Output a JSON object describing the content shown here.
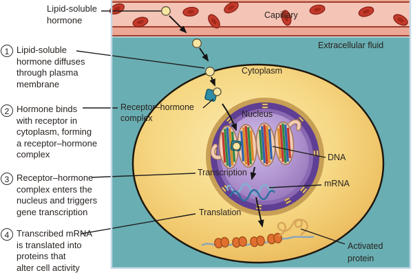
{
  "annotations": {
    "hormone_source": {
      "lines": [
        "Lipid-soluble",
        "hormone"
      ]
    },
    "steps": [
      {
        "number": "1",
        "lines": [
          "Lipid-soluble",
          "hormone diffuses",
          "through plasma",
          "membrane"
        ]
      },
      {
        "number": "2",
        "lines": [
          "Hormone binds",
          "with receptor in",
          "cytoplasm, forming",
          "a receptor–hormone",
          "complex"
        ]
      },
      {
        "number": "3",
        "lines": [
          "Receptor–hormone",
          "complex enters the",
          "nucleus and triggers",
          "gene transcription"
        ]
      },
      {
        "number": "4",
        "lines": [
          "Transcribed mRNA",
          "is translated into",
          "proteins that",
          "alter cell activity"
        ]
      }
    ]
  },
  "diagram_labels": {
    "capillary": "Capillary",
    "extracellular_fluid": "Extracellular fluid",
    "cytoplasm": "Cytoplasm",
    "nucleus": "Nucleus",
    "receptor_hormone_complex": {
      "lines": [
        "Receptor–hormone",
        "complex"
      ]
    },
    "transcription": "Transcription",
    "translation": "Translation",
    "dna": "DNA",
    "mrna": "mRNA",
    "activated_protein": {
      "lines": [
        "Activated",
        "protein"
      ]
    }
  },
  "colors": {
    "background_teal": "#69aeb2",
    "frame_blue": "#c6d9e8",
    "capillary_wall": "#eca795",
    "capillary_lumen": "#f4c4b6",
    "capillary_line": "#9f3c2b",
    "rbc_red": "#c43b2c",
    "cell_yellow": "#f6d884",
    "nucleus_purple": "#8a68b2",
    "nucleus_envelope": "#5f3f93",
    "nucleus_halo": "#c79f55",
    "hormone_yellow": "#f7e6a2",
    "receptor_teal": "#2f8da6",
    "dna_ribbon": "#f1ceb5",
    "mrna_blue": "#2e6f9e",
    "ribosome_orange": "#e0702f",
    "protein_tan": "#d8a45a",
    "text": "#27221f"
  }
}
